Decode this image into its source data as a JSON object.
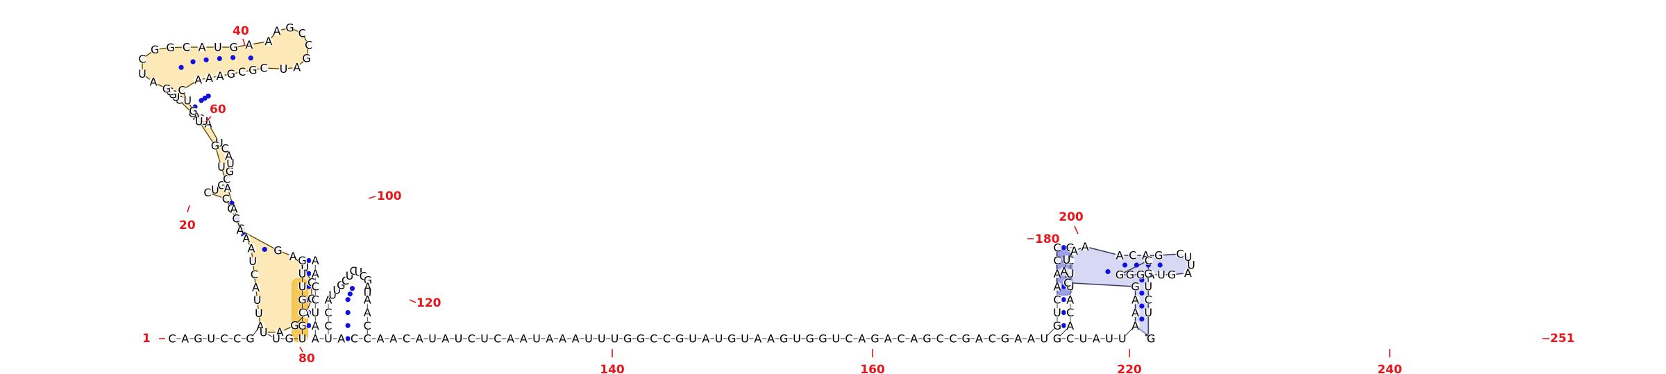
{
  "sequence": "CAGUCCGAUUACUAAGCCCCUGCGUACUAUCAGCUGCGAUCGGCAUGAAAGCCGAUCGCGAAACUGUGUAAAGAUCGAGAUUGUGCGUUGAACCUAAUCCAUUGCUGUCGAUAACGUACCAACAUAUCUCAAUAAAUUUGGCCGUAUGUAAGUGGUCAGACAGCCGACGAAUGUCAACCGCUUACAGCUAUUAAAGCAUAAACAGCUUAGUAGGGCGUCUUUUUG",
  "labels": {
    "start": "1",
    "end": "251",
    "n20": "20",
    "n40": "40",
    "n60": "60",
    "n80": "80",
    "n100": "100",
    "n120": "120",
    "n140": "140",
    "n160": "160",
    "n180": "180",
    "n200": "200",
    "n220": "220",
    "n240": "240"
  },
  "colors": {
    "base_pair_dot": "#1010e0",
    "position_label": "#e8141a",
    "highlight_yellow": "#fde9b8",
    "highlight_yellow_strong": "#f7c85a",
    "highlight_blue": "#d6d8f4",
    "highlight_blue_strong": "#9aa0e6"
  }
}
